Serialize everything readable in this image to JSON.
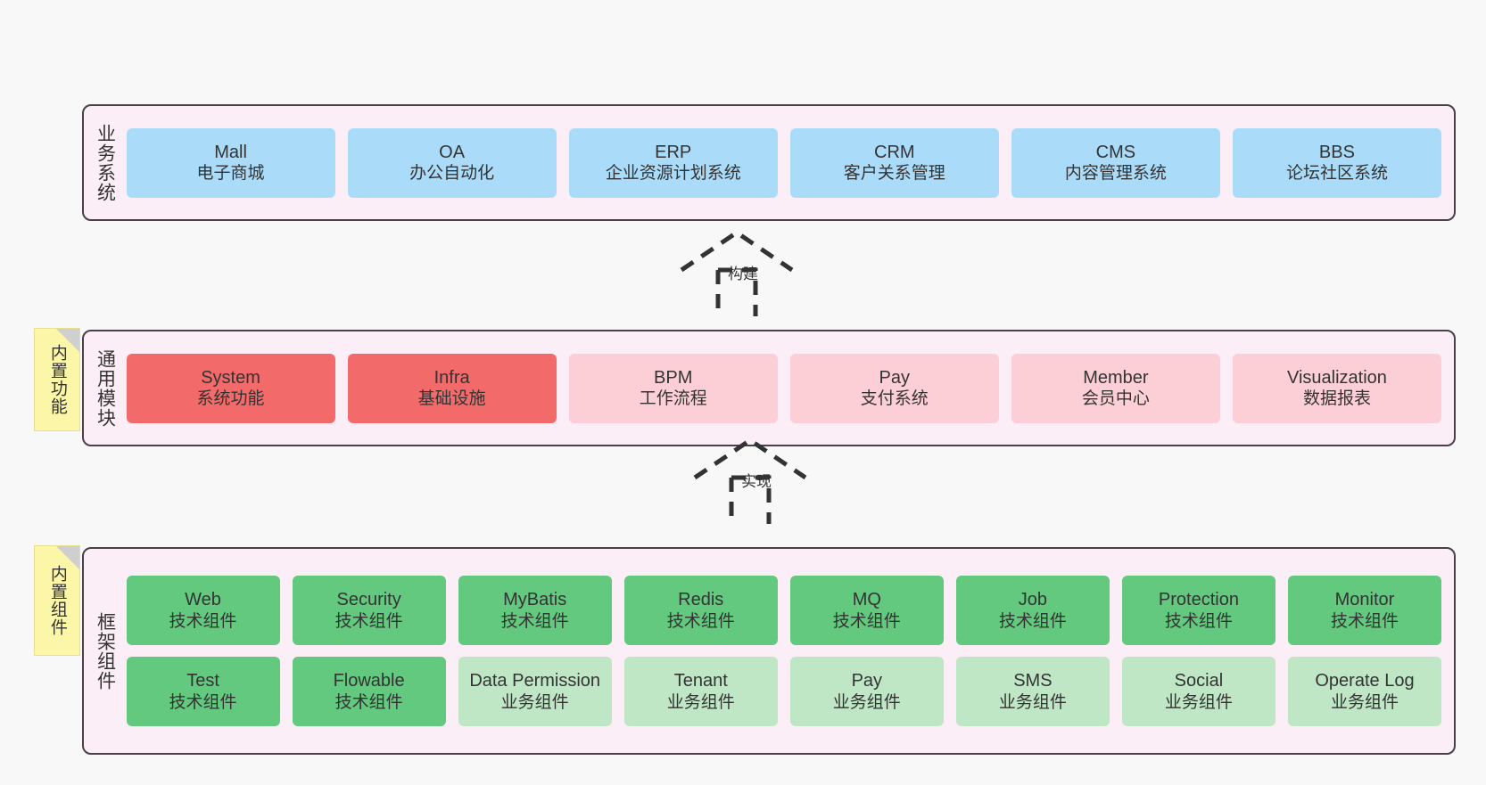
{
  "layers": [
    {
      "id": "business",
      "caption": "业务系统",
      "rows": [
        {
          "cells": [
            {
              "en": "Mall",
              "cn": "电子商城",
              "color": "c-blue"
            },
            {
              "en": "OA",
              "cn": "办公自动化",
              "color": "c-blue"
            },
            {
              "en": "ERP",
              "cn": "企业资源计划系统",
              "color": "c-blue"
            },
            {
              "en": "CRM",
              "cn": "客户关系管理",
              "color": "c-blue"
            },
            {
              "en": "CMS",
              "cn": "内容管理系统",
              "color": "c-blue"
            },
            {
              "en": "BBS",
              "cn": "论坛社区系统",
              "color": "c-blue"
            }
          ]
        }
      ]
    },
    {
      "id": "modules",
      "caption": "通用模块",
      "note": "内置功能",
      "rows": [
        {
          "cells": [
            {
              "en": "System",
              "cn": "系统功能",
              "color": "c-red"
            },
            {
              "en": "Infra",
              "cn": "基础设施",
              "color": "c-red"
            },
            {
              "en": "BPM",
              "cn": "工作流程",
              "color": "c-pink"
            },
            {
              "en": "Pay",
              "cn": "支付系统",
              "color": "c-pink"
            },
            {
              "en": "Member",
              "cn": "会员中心",
              "color": "c-pink"
            },
            {
              "en": "Visualization",
              "cn": "数据报表",
              "color": "c-pink"
            }
          ]
        }
      ]
    },
    {
      "id": "framework",
      "caption": "框架组件",
      "note": "内置组件",
      "rows": [
        {
          "cells": [
            {
              "en": "Web",
              "cn": "技术组件",
              "color": "c-green"
            },
            {
              "en": "Security",
              "cn": "技术组件",
              "color": "c-green"
            },
            {
              "en": "MyBatis",
              "cn": "技术组件",
              "color": "c-green"
            },
            {
              "en": "Redis",
              "cn": "技术组件",
              "color": "c-green"
            },
            {
              "en": "MQ",
              "cn": "技术组件",
              "color": "c-green"
            },
            {
              "en": "Job",
              "cn": "技术组件",
              "color": "c-green"
            },
            {
              "en": "Protection",
              "cn": "技术组件",
              "color": "c-green"
            },
            {
              "en": "Monitor",
              "cn": "技术组件",
              "color": "c-green"
            }
          ]
        },
        {
          "cells": [
            {
              "en": "Test",
              "cn": "技术组件",
              "color": "c-green"
            },
            {
              "en": "Flowable",
              "cn": "技术组件",
              "color": "c-green"
            },
            {
              "en": "Data Permission",
              "cn": "业务组件",
              "color": "c-greenlight"
            },
            {
              "en": "Tenant",
              "cn": "业务组件",
              "color": "c-greenlight"
            },
            {
              "en": "Pay",
              "cn": "业务组件",
              "color": "c-greenlight"
            },
            {
              "en": "SMS",
              "cn": "业务组件",
              "color": "c-greenlight"
            },
            {
              "en": "Social",
              "cn": "业务组件",
              "color": "c-greenlight"
            },
            {
              "en": "Operate Log",
              "cn": "业务组件",
              "color": "c-greenlight"
            }
          ]
        }
      ]
    }
  ],
  "connectors": [
    {
      "id": "build",
      "label": "构建"
    },
    {
      "id": "impl",
      "label": "实现"
    }
  ],
  "colors": {
    "panel_bg": "#fbeef6",
    "panel_border": "#4a4048",
    "business_cell": "#aadcfa",
    "module_primary": "#f26a6a",
    "module_secondary": "#fccfd6",
    "tech_component": "#63c97e",
    "business_component": "#bfe7c6",
    "note_bg": "#fcf7a8",
    "canvas_bg": "#f8f8f8"
  }
}
